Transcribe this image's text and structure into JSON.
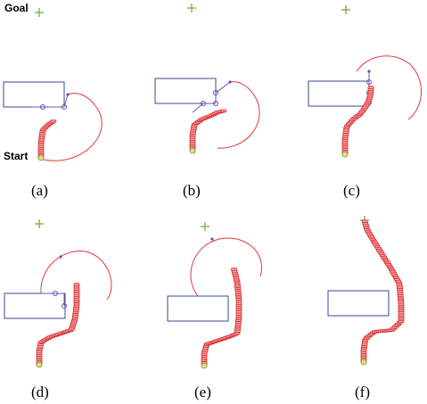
{
  "labels": {
    "goal": "Goal",
    "start": "Start"
  },
  "panels": [
    {
      "caption": "(a)"
    },
    {
      "caption": "(b)"
    },
    {
      "caption": "(c)"
    },
    {
      "caption": "(d)"
    },
    {
      "caption": "(e)"
    },
    {
      "caption": "(f)"
    }
  ],
  "colors": {
    "goal_marker": "#7ab648",
    "obstacle": "#3a4a9a",
    "search_arc": "#e23a3a",
    "trail_fill": "#f6a0a0",
    "trail_stroke": "#d6282a",
    "start_marker": "#d9e28a",
    "tangent_nodes": "#6a4fb0"
  }
}
